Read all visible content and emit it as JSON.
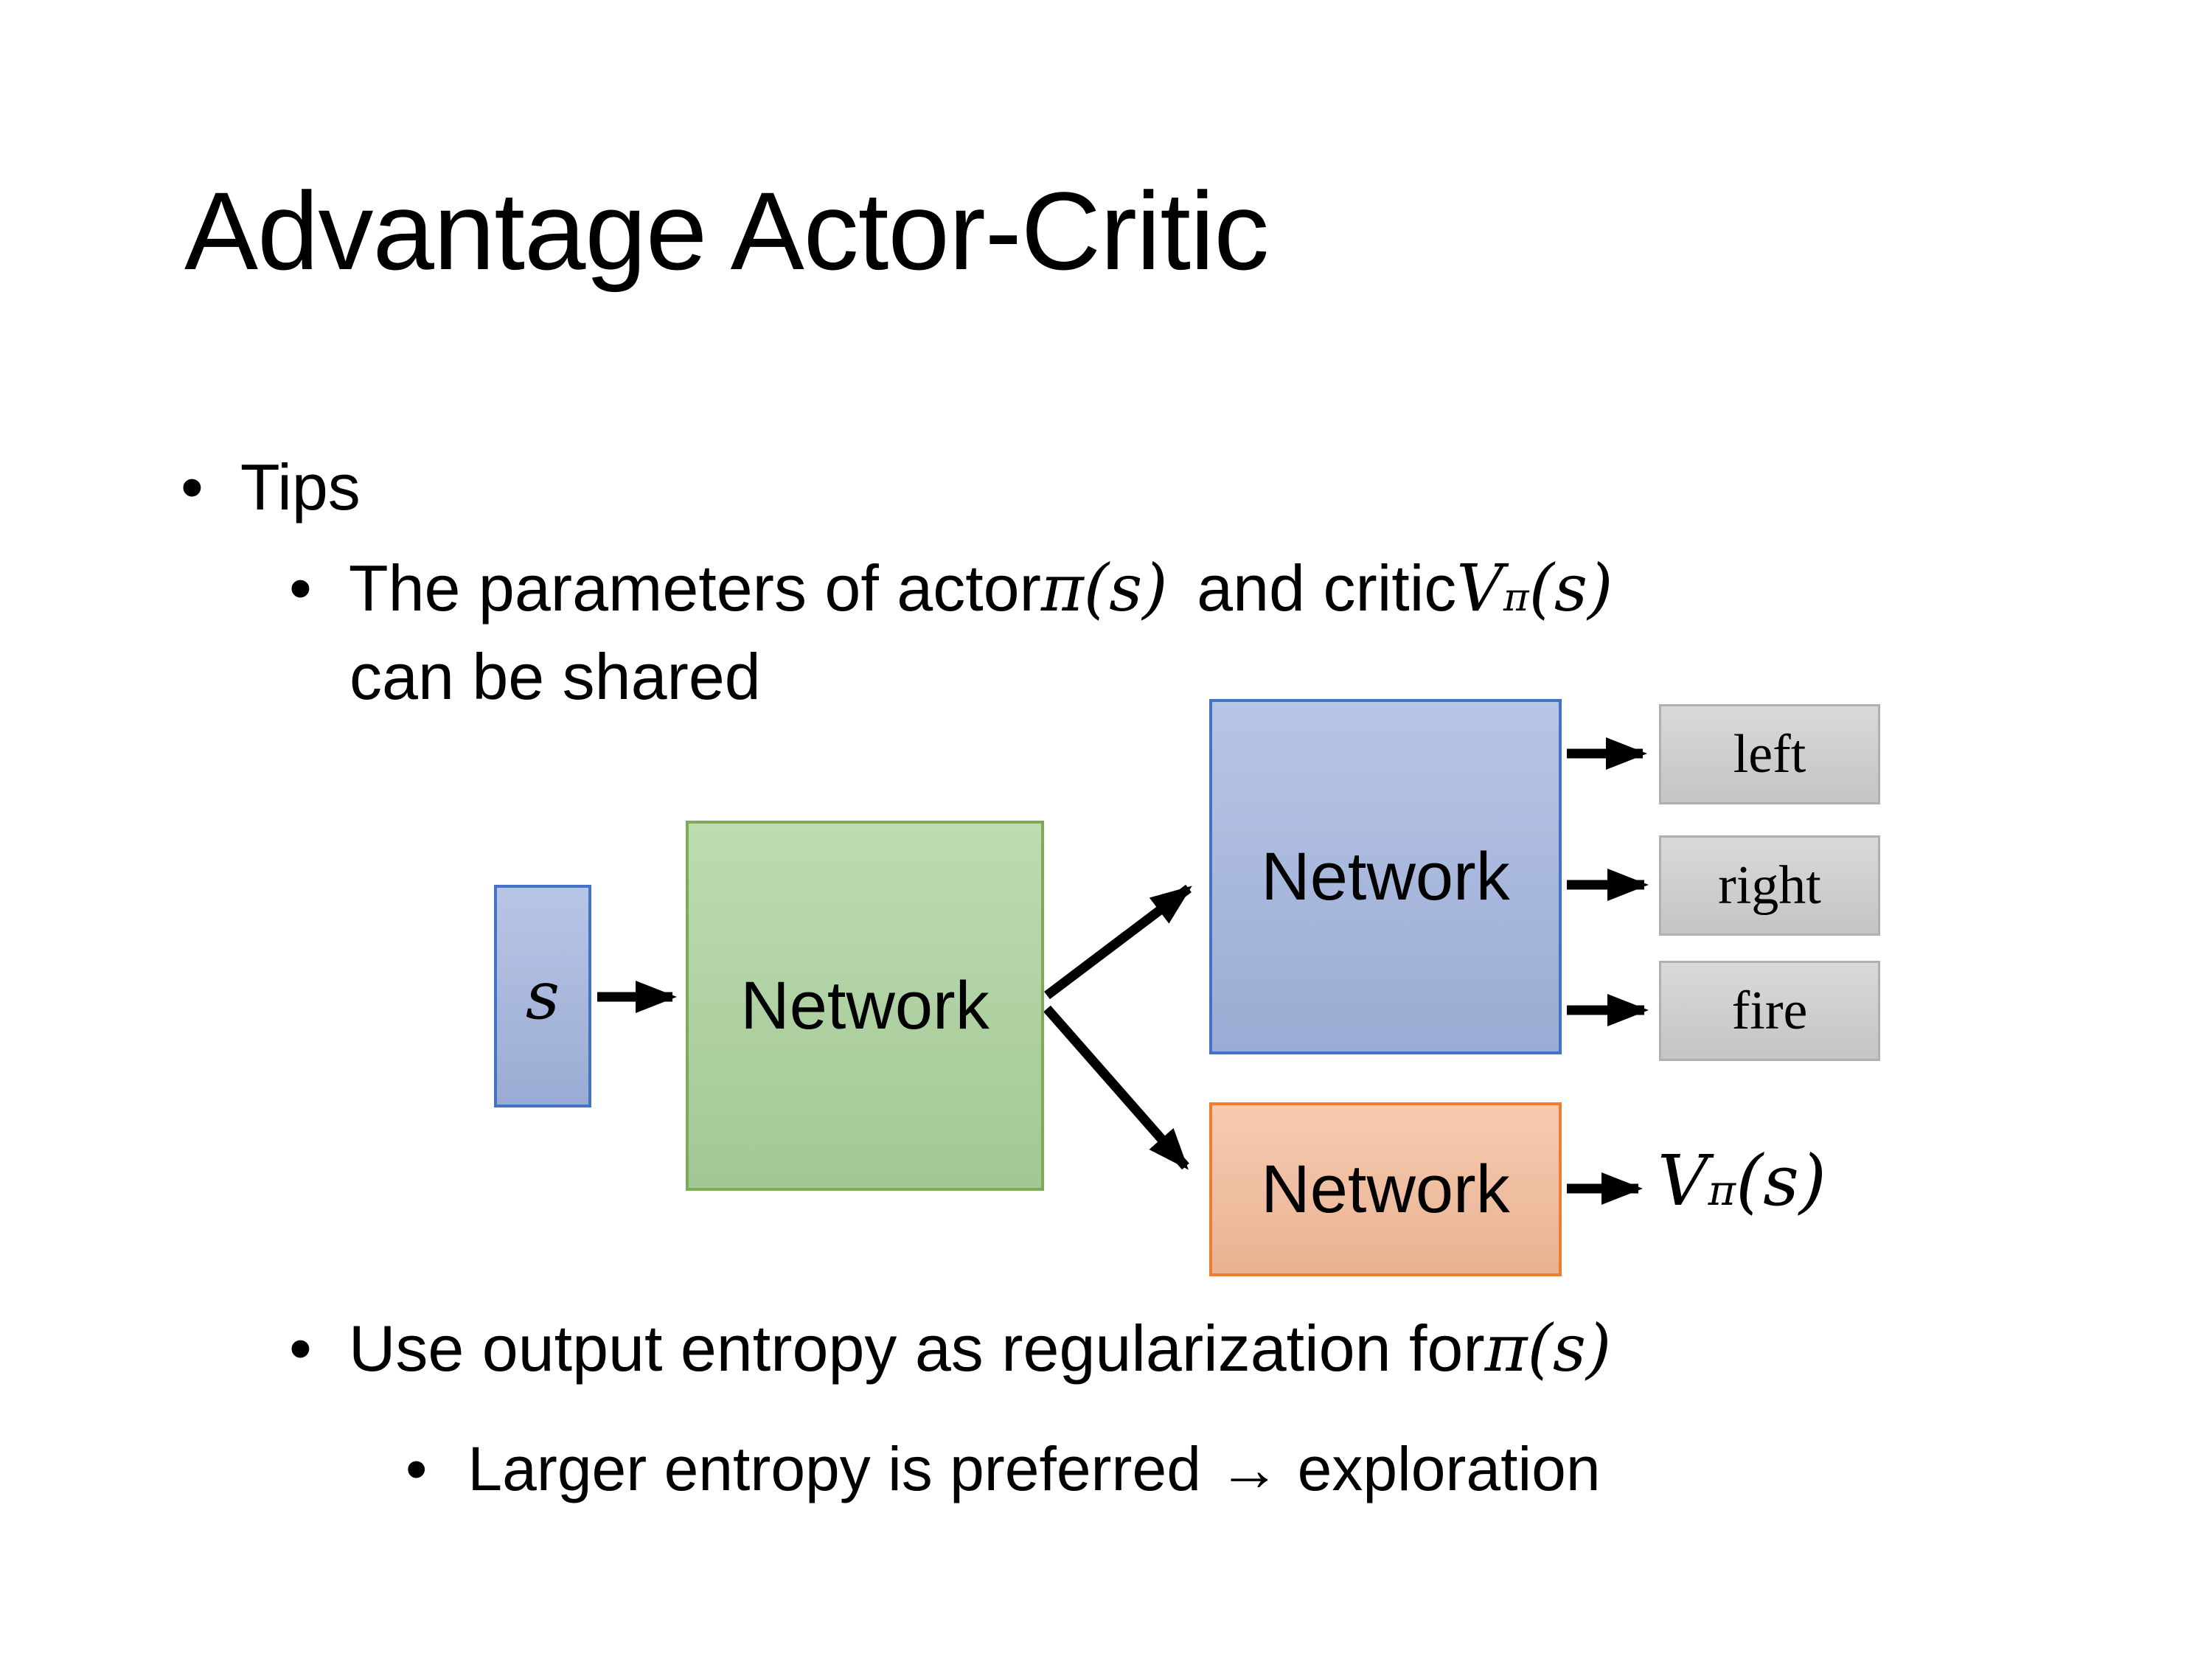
{
  "slide": {
    "title": "Advantage Actor-Critic",
    "bullet_char": "•",
    "bullets": {
      "tips": "Tips",
      "parameters": {
        "text1": "The parameters of actor ",
        "math1": "π(s)",
        "text2": " and critic ",
        "v": {
          "base": "V",
          "sup": "π",
          "args": "(s)"
        },
        "line2": "can be shared"
      },
      "entropy": {
        "text1": "Use output entropy as regularization for ",
        "math1": "π(s)"
      },
      "exploration": "Larger entropy is preferred → exploration"
    }
  },
  "diagram": {
    "input_label": "s",
    "shared_network_label": "Network",
    "actor_network_label": "Network",
    "critic_network_label": "Network",
    "actions": [
      "left",
      "right",
      "fire"
    ],
    "output_v": {
      "base": "V",
      "sup": "π",
      "args": "(s)"
    },
    "colors": {
      "blue_fill": "#a3b5df",
      "blue_border": "#4472c4",
      "green_fill": "#abd29c",
      "green_border": "#7cac58",
      "orange_fill": "#f5bc9a",
      "orange_border": "#ed7d31",
      "gray_fill": "#cdcfd0",
      "gray_border": "#aeb0b1",
      "arrow": "#000000"
    }
  }
}
